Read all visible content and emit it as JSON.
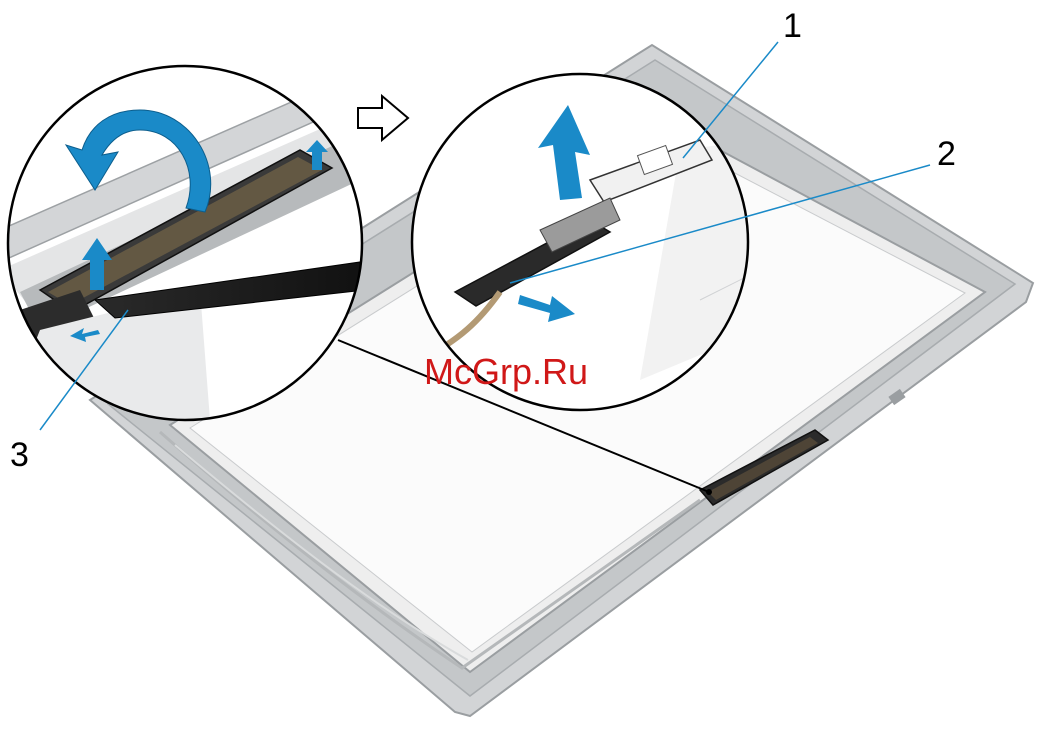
{
  "callouts": [
    {
      "id": "1",
      "label": "1"
    },
    {
      "id": "2",
      "label": "2"
    },
    {
      "id": "3",
      "label": "3"
    }
  ],
  "watermark": "McGrp.Ru",
  "colors": {
    "frame": "#b9bcbe",
    "frame_dark": "#8c9093",
    "panel": "#fafafa",
    "leader": "#1a8ac8",
    "arrow": "#1a8ac8",
    "watermark": "#d01818"
  },
  "icons": [
    "direction-arrow-icon",
    "lift-arrow-icon",
    "rotate-arrow-icon",
    "slide-arrow-icon"
  ]
}
